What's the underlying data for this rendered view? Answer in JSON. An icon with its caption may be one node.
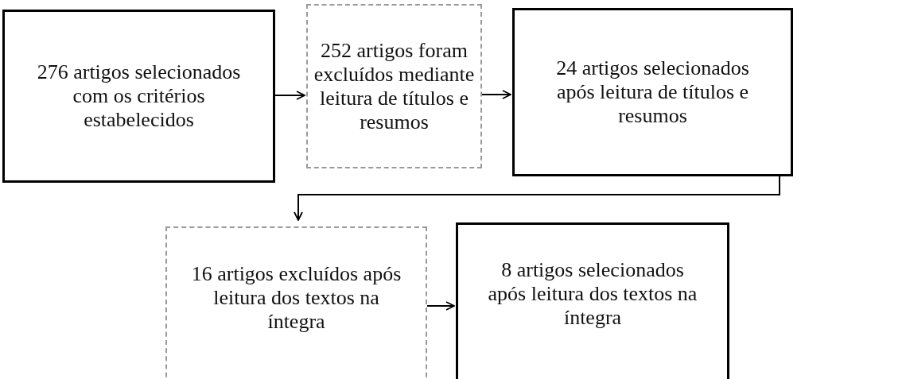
{
  "diagram": {
    "nodes": [
      {
        "text": [
          "276 artigos selecionados com os critérios estabelecidos"
        ]
      },
      {
        "text": [
          "252 artigos foram excluídos mediante leitura de títulos e resumos"
        ]
      },
      {
        "text": [
          "24 artigos selecionados após leitura de títulos e resumos"
        ]
      },
      {
        "text": [
          "16 artigos excluídos após leitura dos textos na íntegra"
        ]
      },
      {
        "text": [
          "8 artigos selecionados após leitura dos textos na íntegra"
        ]
      }
    ],
    "edges": [
      {
        "from": 0,
        "to": 1,
        "arrow": "to"
      },
      {
        "from": 1,
        "to": 2,
        "arrow": "to"
      },
      {
        "from": 2,
        "to": 3,
        "arrow": "to"
      },
      {
        "from": 3,
        "to": 4,
        "arrow": "to"
      }
    ]
  }
}
